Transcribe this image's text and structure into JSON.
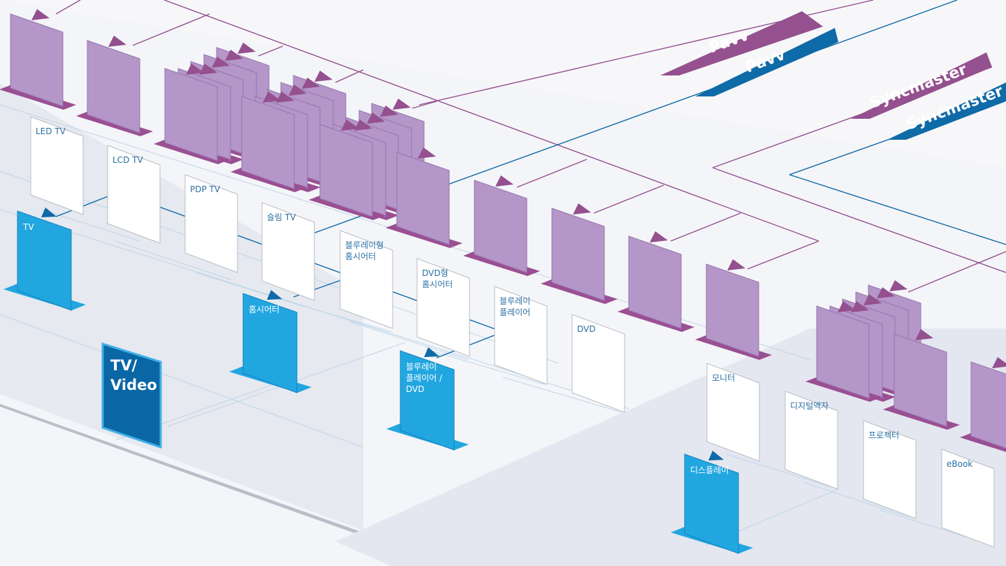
{
  "brands": [
    "Pavv",
    "Pavv",
    "Syncmaster",
    "Syncmaster"
  ],
  "categories": {
    "tv_video": [
      "TV/",
      "Video"
    ]
  },
  "products": [
    [
      "LED TV"
    ],
    [
      "LCD TV"
    ],
    [
      "PDP TV"
    ],
    [
      "슬림 TV"
    ],
    [
      "블루레이형",
      "홈시어터"
    ],
    [
      "DVD형",
      "홈시어터"
    ],
    [
      "블루레이",
      "플레이어"
    ],
    [
      "DVD"
    ],
    [
      "모니터"
    ],
    [
      "디지털액자"
    ],
    [
      "프로젝터"
    ],
    [
      "eBook"
    ]
  ],
  "groups": [
    [
      "TV"
    ],
    [
      "홈시어터"
    ],
    [
      "블루레이",
      "플레이어 /",
      "DVD"
    ],
    [
      "디스플레이"
    ]
  ],
  "colors": {
    "purple": "#b496c8",
    "purple_dark": "#9b4f93",
    "purple_line": "#94508f",
    "blue": "#22a6e0",
    "blue_dark": "#0f6aa8",
    "tv_video_box": "#0a66a4",
    "white_card": "#ffffff"
  }
}
